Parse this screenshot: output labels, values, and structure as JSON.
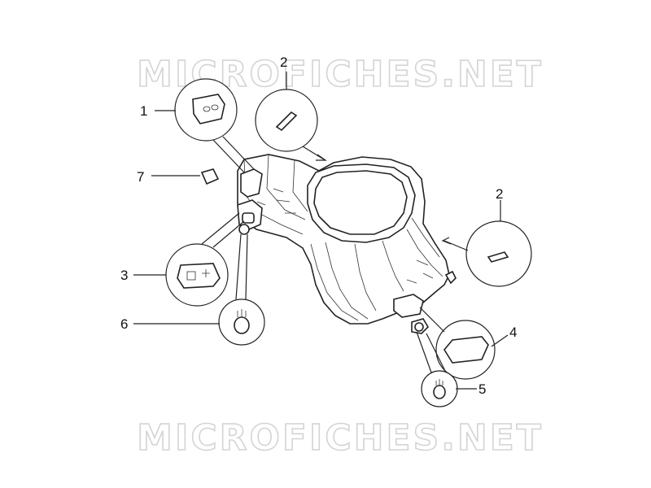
{
  "watermark": {
    "top_text": "MICROFICHES.NET",
    "bottom_text": "MICROFICHES.NET"
  },
  "callouts": [
    {
      "id": "1",
      "label": "1"
    },
    {
      "id": "2a",
      "label": "2"
    },
    {
      "id": "2b",
      "label": "2"
    },
    {
      "id": "3",
      "label": "3"
    },
    {
      "id": "4",
      "label": "4"
    },
    {
      "id": "5",
      "label": "5"
    },
    {
      "id": "6",
      "label": "6"
    },
    {
      "id": "7",
      "label": "7"
    }
  ]
}
